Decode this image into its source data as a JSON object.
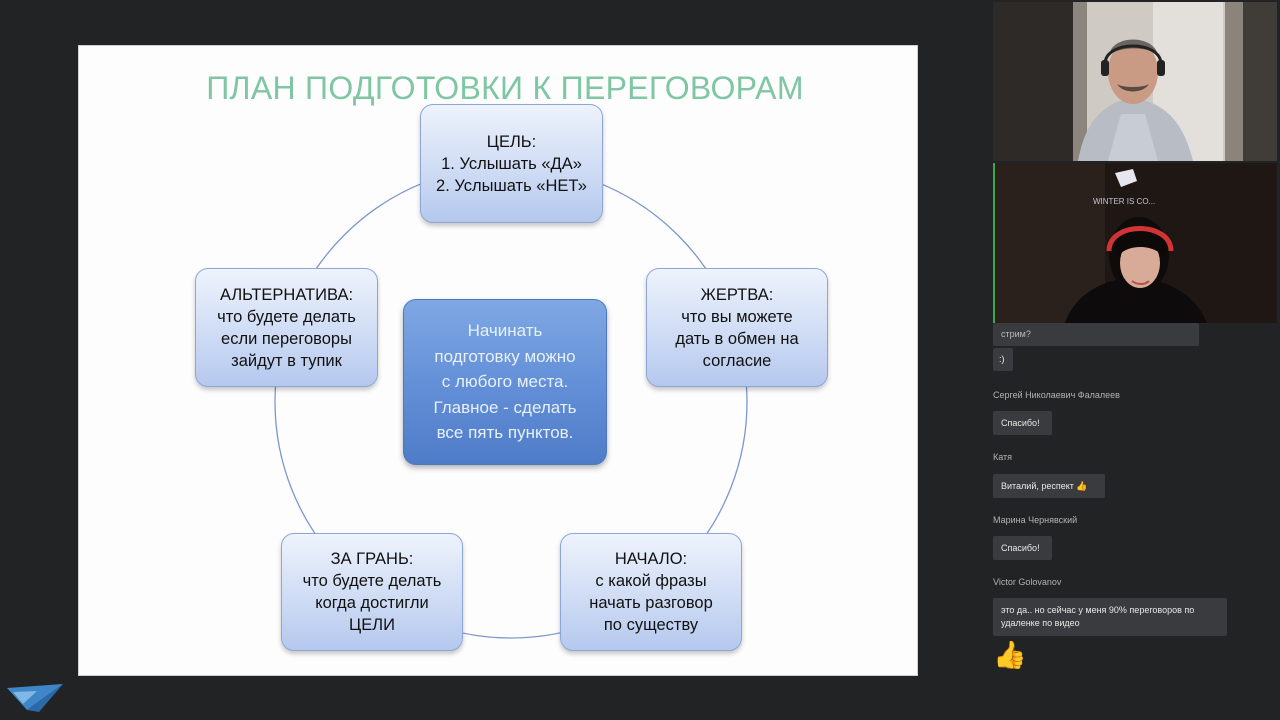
{
  "slide": {
    "title": "ПЛАН ПОДГОТОВКИ К ПЕРЕГОВОРАМ",
    "goal": {
      "lines": [
        "ЦЕЛЬ:",
        "1. Услышать «ДА»",
        "2. Услышать «НЕТ»"
      ]
    },
    "sacrifice": {
      "lines": [
        "ЖЕРТВА:",
        "что вы можете",
        "дать в обмен на",
        "согласие"
      ]
    },
    "start": {
      "lines": [
        "НАЧАЛО:",
        "с какой фразы",
        "начать разговор",
        "по существу"
      ]
    },
    "beyond": {
      "lines": [
        "ЗА ГРАНЬ:",
        "что будете делать",
        "когда достигли",
        "ЦЕЛИ"
      ]
    },
    "alternative": {
      "lines": [
        "АЛЬТЕРНАТИВА:",
        "что будете делать",
        "если переговоры",
        "зайдут в тупик"
      ]
    },
    "center": {
      "lines": [
        "Начинать",
        "подготовку можно",
        "с любого места.",
        "Главное - сделать",
        "все пять пунктов."
      ]
    }
  },
  "video": {
    "wall_text": "WINTER IS CO..."
  },
  "chat": {
    "messages": [
      {
        "author": "",
        "text": "стрим?"
      },
      {
        "author": "",
        "text": ":)"
      },
      {
        "author": "Сергей Николаевич Фалалеев",
        "text": "Спасибо!"
      },
      {
        "author": "Катя",
        "text": "Виталий, респект 👍"
      },
      {
        "author": "Марина Чернявский",
        "text": "Спасибо!"
      },
      {
        "author": "Victor Golovanov",
        "text": "это да.. но сейчас у меня 90% переговоров по удаленке по видео"
      },
      {
        "author": "",
        "text": "👍"
      }
    ]
  },
  "colors": {
    "title": "#7fc6a4",
    "box_light": "#cfdcf4",
    "box_center": "#6490d8",
    "ring": "#7d97cc",
    "background": "#222325"
  }
}
